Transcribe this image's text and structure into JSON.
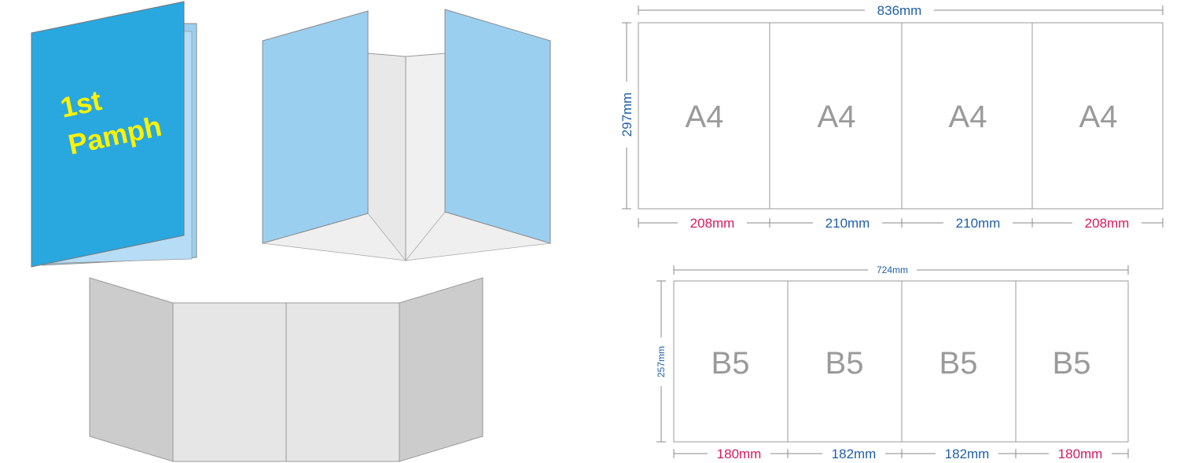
{
  "illustrations": {
    "cover_text_line1": "1st",
    "cover_text_line2": "Pamph"
  },
  "a4_layout": {
    "total_width": "836mm",
    "height": "297mm",
    "panels": [
      {
        "label": "A4",
        "width": "208mm"
      },
      {
        "label": "A4",
        "width": "210mm"
      },
      {
        "label": "A4",
        "width": "210mm"
      },
      {
        "label": "A4",
        "width": "208mm"
      }
    ]
  },
  "b5_layout": {
    "total_width": "724mm",
    "height": "257mm",
    "panels": [
      {
        "label": "B5",
        "width": "180mm"
      },
      {
        "label": "B5",
        "width": "182mm"
      },
      {
        "label": "B5",
        "width": "182mm"
      },
      {
        "label": "B5",
        "width": "180mm"
      }
    ]
  },
  "colors": {
    "cover_blue": "#29a8e0",
    "panel_light_blue": "#9bcff0",
    "cover_text_yellow": "#fff200",
    "panel_gray_light": "#e6e6e6",
    "panel_gray_dark": "#cccccc",
    "dimension_blue": "#1f5fa6",
    "dimension_red": "#d6195e",
    "outline_gray": "#9a9a9a"
  }
}
